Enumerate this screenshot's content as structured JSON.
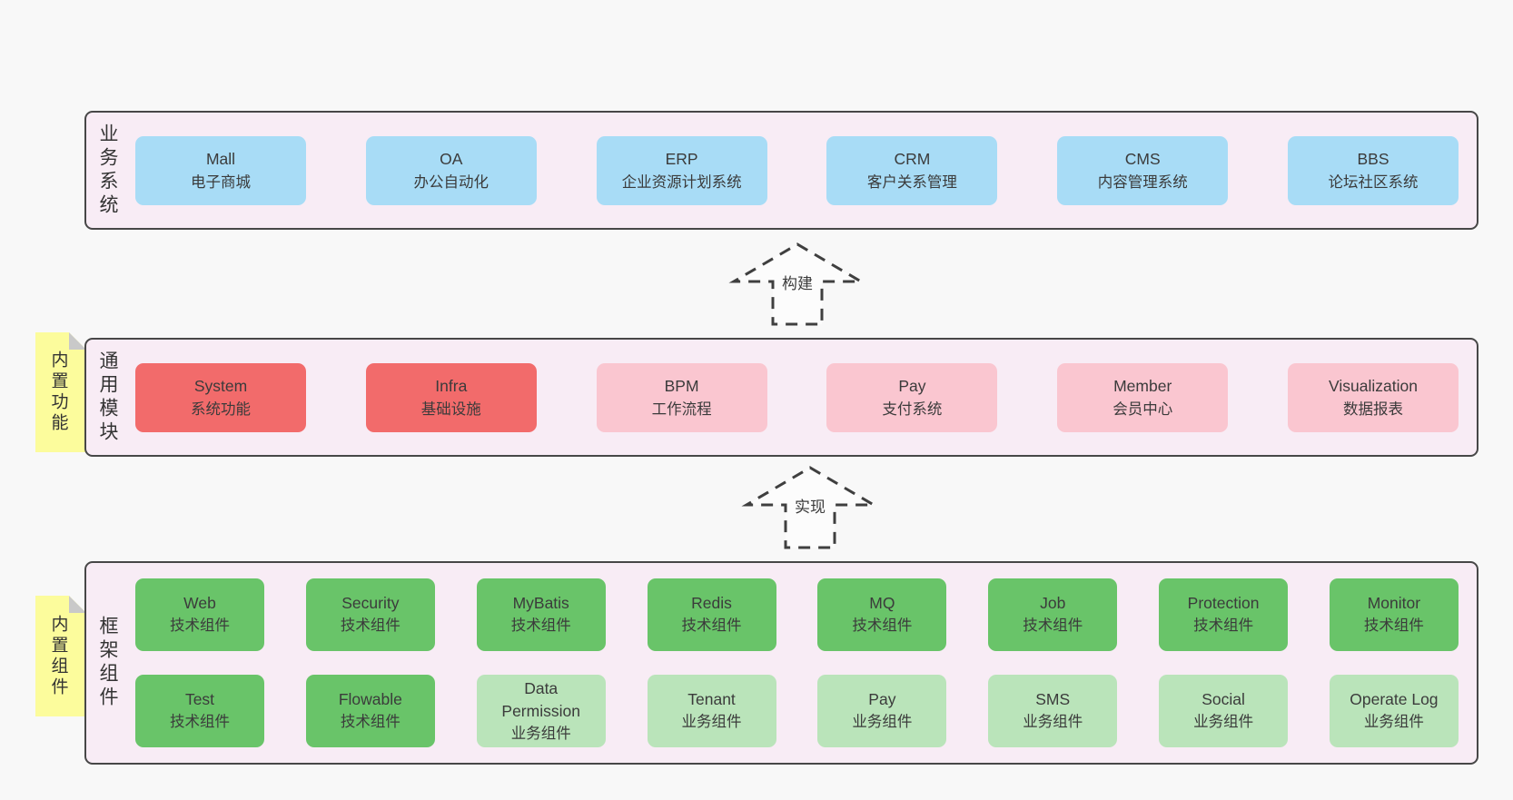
{
  "colors": {
    "page_background": "#f8f8f8",
    "layer_fill": "#f8ecf5",
    "layer_border": "#474747",
    "box_blue": "#a8dcf6",
    "box_red": "#f26b6b",
    "box_pink": "#fac6d0",
    "box_green": "#69c469",
    "box_light_green": "#bae4ba",
    "sticky_yellow": "#fcfc9c",
    "sticky_fold": "#c9c9c9",
    "text": "#3b3b3b"
  },
  "arrows": [
    {
      "label": "构建"
    },
    {
      "label": "实现"
    }
  ],
  "layers": {
    "business": {
      "label": "业务系统",
      "boxes": [
        {
          "name": "Mall",
          "desc": "电子商城"
        },
        {
          "name": "OA",
          "desc": "办公自动化"
        },
        {
          "name": "ERP",
          "desc": "企业资源计划系统"
        },
        {
          "name": "CRM",
          "desc": "客户关系管理"
        },
        {
          "name": "CMS",
          "desc": "内容管理系统"
        },
        {
          "name": "BBS",
          "desc": "论坛社区系统"
        }
      ]
    },
    "modules": {
      "label": "通用模块",
      "sticky": "内置功能",
      "boxes": [
        {
          "name": "System",
          "desc": "系统功能",
          "variant": "red"
        },
        {
          "name": "Infra",
          "desc": "基础设施",
          "variant": "red"
        },
        {
          "name": "BPM",
          "desc": "工作流程",
          "variant": "pink"
        },
        {
          "name": "Pay",
          "desc": "支付系统",
          "variant": "pink"
        },
        {
          "name": "Member",
          "desc": "会员中心",
          "variant": "pink"
        },
        {
          "name": "Visualization",
          "desc": "数据报表",
          "variant": "pink"
        }
      ]
    },
    "components": {
      "label": "框架组件",
      "sticky": "内置组件",
      "row1": [
        {
          "name": "Web",
          "desc": "技术组件",
          "variant": "green"
        },
        {
          "name": "Security",
          "desc": "技术组件",
          "variant": "green"
        },
        {
          "name": "MyBatis",
          "desc": "技术组件",
          "variant": "green"
        },
        {
          "name": "Redis",
          "desc": "技术组件",
          "variant": "green"
        },
        {
          "name": "MQ",
          "desc": "技术组件",
          "variant": "green"
        },
        {
          "name": "Job",
          "desc": "技术组件",
          "variant": "green"
        },
        {
          "name": "Protection",
          "desc": "技术组件",
          "variant": "green"
        },
        {
          "name": "Monitor",
          "desc": "技术组件",
          "variant": "green"
        }
      ],
      "row2": [
        {
          "name": "Test",
          "desc": "技术组件",
          "variant": "green"
        },
        {
          "name": "Flowable",
          "desc": "技术组件",
          "variant": "green"
        },
        {
          "name": "Data Permission",
          "desc": "业务组件",
          "variant": "lightgreen"
        },
        {
          "name": "Tenant",
          "desc": "业务组件",
          "variant": "lightgreen"
        },
        {
          "name": "Pay",
          "desc": "业务组件",
          "variant": "lightgreen"
        },
        {
          "name": "SMS",
          "desc": "业务组件",
          "variant": "lightgreen"
        },
        {
          "name": "Social",
          "desc": "业务组件",
          "variant": "lightgreen"
        },
        {
          "name": "Operate Log",
          "desc": "业务组件",
          "variant": "lightgreen"
        }
      ]
    }
  }
}
